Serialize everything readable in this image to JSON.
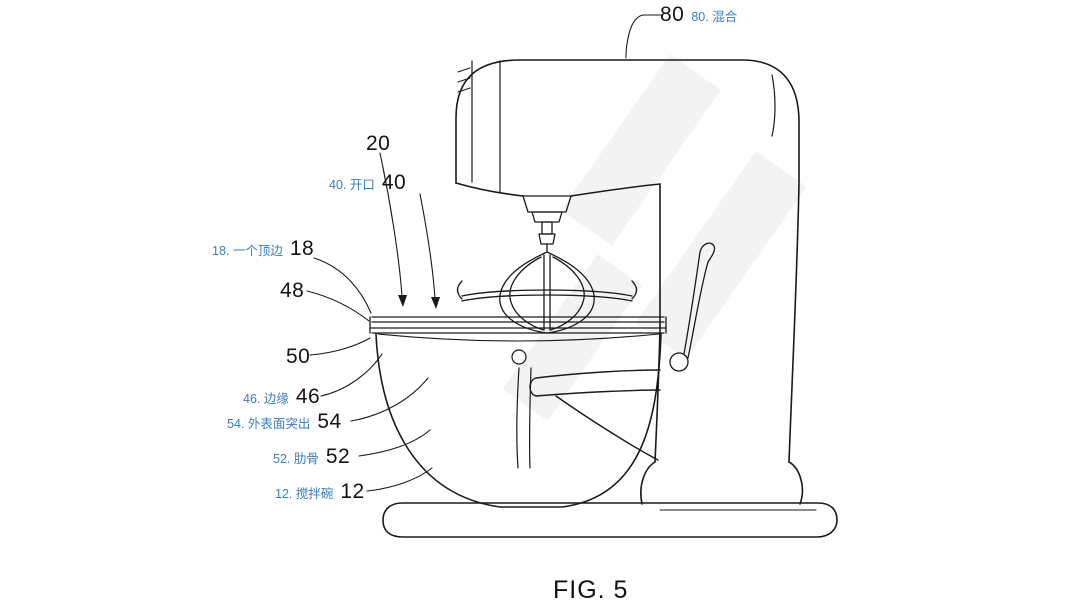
{
  "figure": {
    "caption": "FIG. 5",
    "labels": {
      "l80": {
        "num": "80",
        "anno": "80. 混合"
      },
      "l20": {
        "num": "20"
      },
      "l40": {
        "num": "40",
        "anno": "40. 开口"
      },
      "l18": {
        "num": "18",
        "anno": "18. 一个顶边"
      },
      "l48": {
        "num": "48"
      },
      "l50": {
        "num": "50"
      },
      "l46": {
        "num": "46",
        "anno": "46. 边缘"
      },
      "l54": {
        "num": "54",
        "anno": "54. 外表面突出"
      },
      "l52": {
        "num": "52",
        "anno": "52. 肋骨"
      },
      "l12": {
        "num": "12",
        "anno": "12. 搅拌碗"
      }
    },
    "colors": {
      "annotation_blue": "#3a7dbf",
      "line_black": "#1a1a1a",
      "watermark_gray": "#f3f3f3"
    }
  }
}
